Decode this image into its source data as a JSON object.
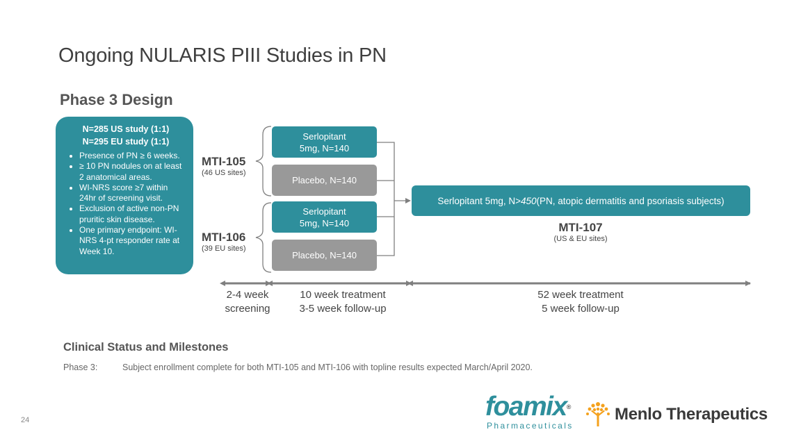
{
  "title": "Ongoing NULARIS PIII Studies in PN",
  "subtitle": "Phase 3 Design",
  "criteria": {
    "header_line1": "N=285 US study (1:1)",
    "header_line2": "N=295 EU study (1:1)",
    "items": [
      "Presence of PN ≥ 6 weeks.",
      "≥ 10 PN nodules on at least 2 anatomical areas.",
      "WI-NRS score ≥7 within 24hr of screening visit.",
      "Exclusion of active non-PN pruritic skin disease.",
      "One primary endpoint: WI-NRS 4-pt responder rate at Week 10."
    ]
  },
  "studies": [
    {
      "name": "MTI-105",
      "sites": "(46 US sites)"
    },
    {
      "name": "MTI-106",
      "sites": "(39 EU sites)"
    }
  ],
  "arms": [
    {
      "line1": "Serlopitant",
      "line2": "5mg, N=140"
    },
    {
      "line1": "Placebo, N=140",
      "line2": ""
    },
    {
      "line1": "Serlopitant",
      "line2": "5mg, N=140"
    },
    {
      "line1": "Placebo, N=140",
      "line2": ""
    }
  ],
  "extension": {
    "prefix": "Serlopitant 5mg, N>",
    "n": "450",
    "suffix": " (PN, atopic dermatitis and psoriasis subjects)",
    "name": "MTI-107",
    "sites": "(US & EU sites)"
  },
  "timeline": {
    "screening": [
      "2-4 week",
      "screening"
    ],
    "treatment": [
      "10 week treatment",
      "3-5 week follow-up"
    ],
    "extension": [
      "52 week treatment",
      "5 week follow-up"
    ]
  },
  "milestones": {
    "heading": "Clinical Status and Milestones",
    "phase": "Phase 3:",
    "text": "Subject enrollment complete for both MTI-105 and MTI-106 with topline results expected March/April 2020."
  },
  "page_number": "24",
  "logos": {
    "foamix_word": "foamix",
    "foamix_reg": "®",
    "foamix_sub": "Pharmaceuticals",
    "menlo": "Menlo Therapeutics",
    "menlo_icon": "tree-logo-icon"
  },
  "colors": {
    "teal": "#2e8f9c",
    "gray": "#999999",
    "arrow": "#7f7f7f",
    "menlo_orange": "#f4a11d"
  }
}
